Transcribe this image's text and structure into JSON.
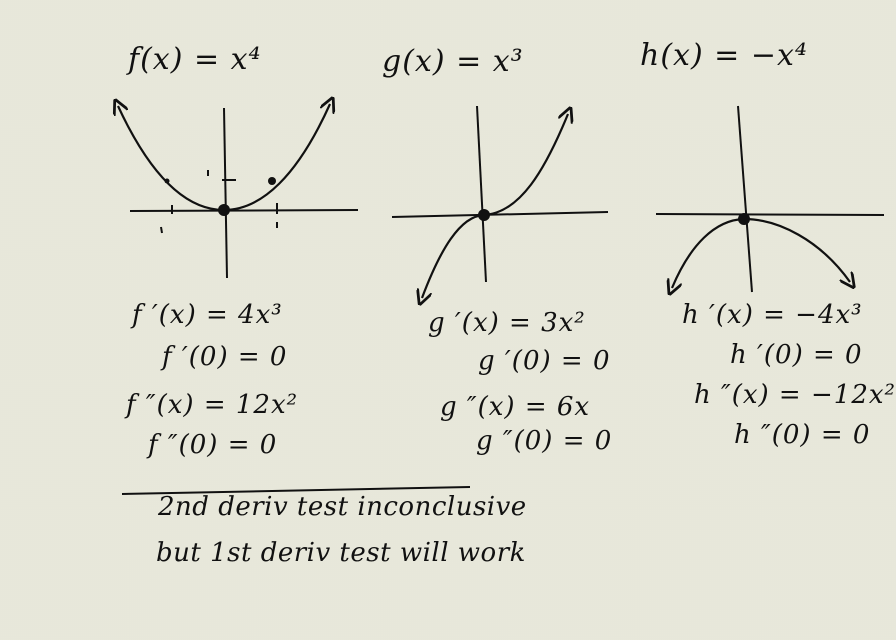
{
  "functions": {
    "f": {
      "title": "f(x) = x⁴",
      "lines": [
        "f ′(x) = 4x³",
        "f ′(0) = 0",
        "f ″(x) = 12x²",
        "f ″(0) = 0"
      ],
      "shape": "upward-quartic"
    },
    "g": {
      "title": "g(x) = x³",
      "lines": [
        "g ′(x) = 3x²",
        "g ′(0) = 0",
        "g ″(x) = 6x",
        "g ″(0) = 0"
      ],
      "shape": "cubic"
    },
    "h": {
      "title": "h(x) = −x⁴",
      "lines": [
        "h ′(x) = −4x³",
        "h ′(0) = 0",
        "h ″(x) = −12x²",
        "h ″(0) = 0"
      ],
      "shape": "downward-quartic"
    }
  },
  "notes": {
    "line1": "2nd deriv test inconclusive",
    "line2": "but 1st deriv test will work"
  },
  "ink_color": "#111111",
  "paper_color": "#ebebdd"
}
